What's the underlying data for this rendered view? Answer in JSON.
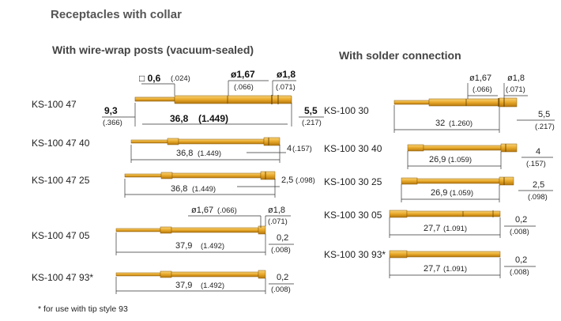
{
  "title": "Receptacles with collar",
  "sections": {
    "wirewrap": "With wire-wrap posts (vacuum-sealed)",
    "solder": "With solder connection"
  },
  "parts": {
    "ks10047": "KS-100 47",
    "ks1004740": "KS-100 47 40",
    "ks1004725": "KS-100 47 25",
    "ks1004705": "KS-100 47 05",
    "ks1004793": "KS-100 47 93*",
    "ks10030": "KS-100 30",
    "ks1003040": "KS-100 30 40",
    "ks1003025": "KS-100 30 25",
    "ks1003005": "KS-100 30 05",
    "ks1003093": "KS-100 30 93*"
  },
  "dims": {
    "sq_a": "□ 0,6",
    "sq_b": "(.024)",
    "d167_a": "ø1,67",
    "d167_b": "(.066)",
    "d18_a": "ø1,8",
    "d18_b": "(.071)",
    "l93_a": "9,3",
    "l93_b": "(.366)",
    "l368_a": "36,8",
    "l368_b": "(1.449)",
    "l55_a": "5,5",
    "l55_b": "(.217)",
    "r2_l": "36,8",
    "r2_li": "(1.449)",
    "r2_r": "4",
    "r2_ri": "(.157)",
    "r3_l": "36,8",
    "r3_li": "(1.449)",
    "r3_r": "2,5",
    "r3_ri": "(.098)",
    "r4_d167": "ø1,67",
    "r4_d167i": "(.066)",
    "r4_d18": "ø1,8",
    "r4_d18i": "(.071)",
    "r4_l": "37,9",
    "r4_li": "(1.492)",
    "r4_r": "0,2",
    "r4_ri": "(.008)",
    "r5_l": "37,9",
    "r5_li": "(1.492)",
    "r5_r": "0,2",
    "r5_ri": "(.008)",
    "s1_d167": "ø1,67",
    "s1_d167i": "(.066)",
    "s1_d18": "ø1,8",
    "s1_d18i": "(.071)",
    "s1_l": "32",
    "s1_li": "(1.260)",
    "s1_r": "5,5",
    "s1_ri": "(.217)",
    "s2_l": "26,9",
    "s2_li": "(1.059)",
    "s2_r": "4",
    "s2_ri": "(.157)",
    "s3_l": "26,9",
    "s3_li": "(1.059)",
    "s3_r": "2,5",
    "s3_ri": "(.098)",
    "s4_l": "27,7",
    "s4_li": "(1.091)",
    "s4_r": "0,2",
    "s4_ri": "(.008)",
    "s5_l": "27,7",
    "s5_li": "(1.091)",
    "s5_r": "0,2",
    "s5_ri": "(.008)"
  },
  "footnote": "* for use with tip style 93",
  "colors": {
    "gold": "#e7a92b",
    "gold_dark": "#b07610",
    "gold_light": "#f5cf72",
    "line": "#333333"
  }
}
